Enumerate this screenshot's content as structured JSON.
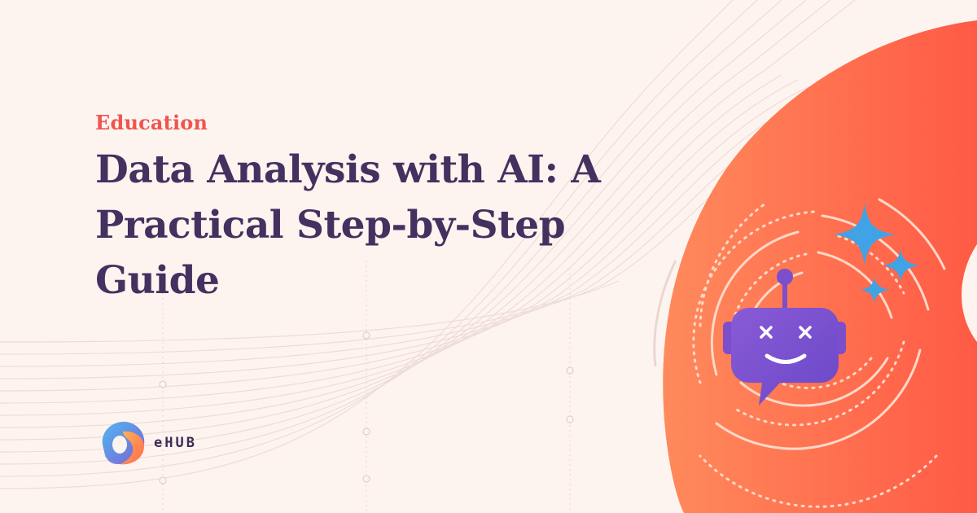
{
  "category": "Education",
  "title_lines": [
    "Data Analysis with AI: A",
    "Practical Step-by-Step",
    "Guide"
  ],
  "brand": {
    "name": "eHUB"
  },
  "colors": {
    "background": "#fdf4f0",
    "category": "#f0544f",
    "title": "#44315f",
    "blob": "#ff6a4a",
    "robot": "#7b4fc9",
    "sparkle": "#3fa3e6"
  },
  "icons": [
    "ehub-logo-icon",
    "robot-chat-icon",
    "sparkle-icon"
  ]
}
